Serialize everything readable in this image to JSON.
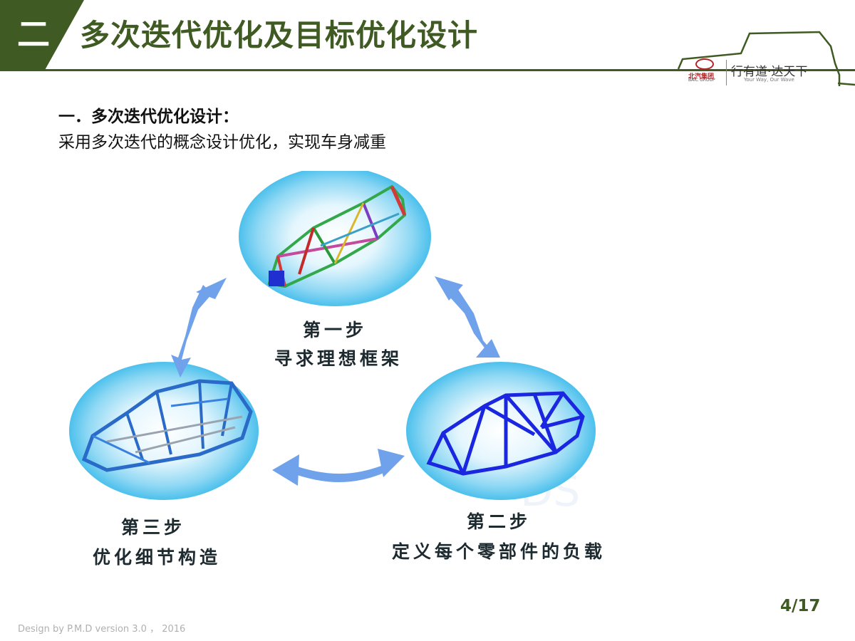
{
  "header": {
    "section_number": "二",
    "title": "多次迭代优化及目标优化设计"
  },
  "logo": {
    "brand_cn": "北汽集团",
    "brand_en": "BAIC GROUP",
    "slogan": "行有道·达天下",
    "slogan_en": "Your Way, Our Wave"
  },
  "content": {
    "section_title": "一．多次迭代优化设计：",
    "description": "采用多次迭代的概念设计优化，实现车身减重"
  },
  "steps": [
    {
      "label": "第一步",
      "desc": "寻求理想框架"
    },
    {
      "label": "第二步",
      "desc": "定义每个零部件的负载"
    },
    {
      "label": "第三步",
      "desc": "优化细节构造"
    }
  ],
  "colors": {
    "brand_green": "#3f5a22",
    "arrow_blue": "#6fa2ea",
    "ellipse_cyan": "#7ad0f2",
    "frame_blue": "#1a26e0"
  },
  "icons": [
    "car-outline-icon",
    "baic-logo-icon",
    "circular-arrow-icon"
  ],
  "page": {
    "number": "4/17",
    "footer": "Design by P.M.D  version 3.0 ， 2016"
  }
}
